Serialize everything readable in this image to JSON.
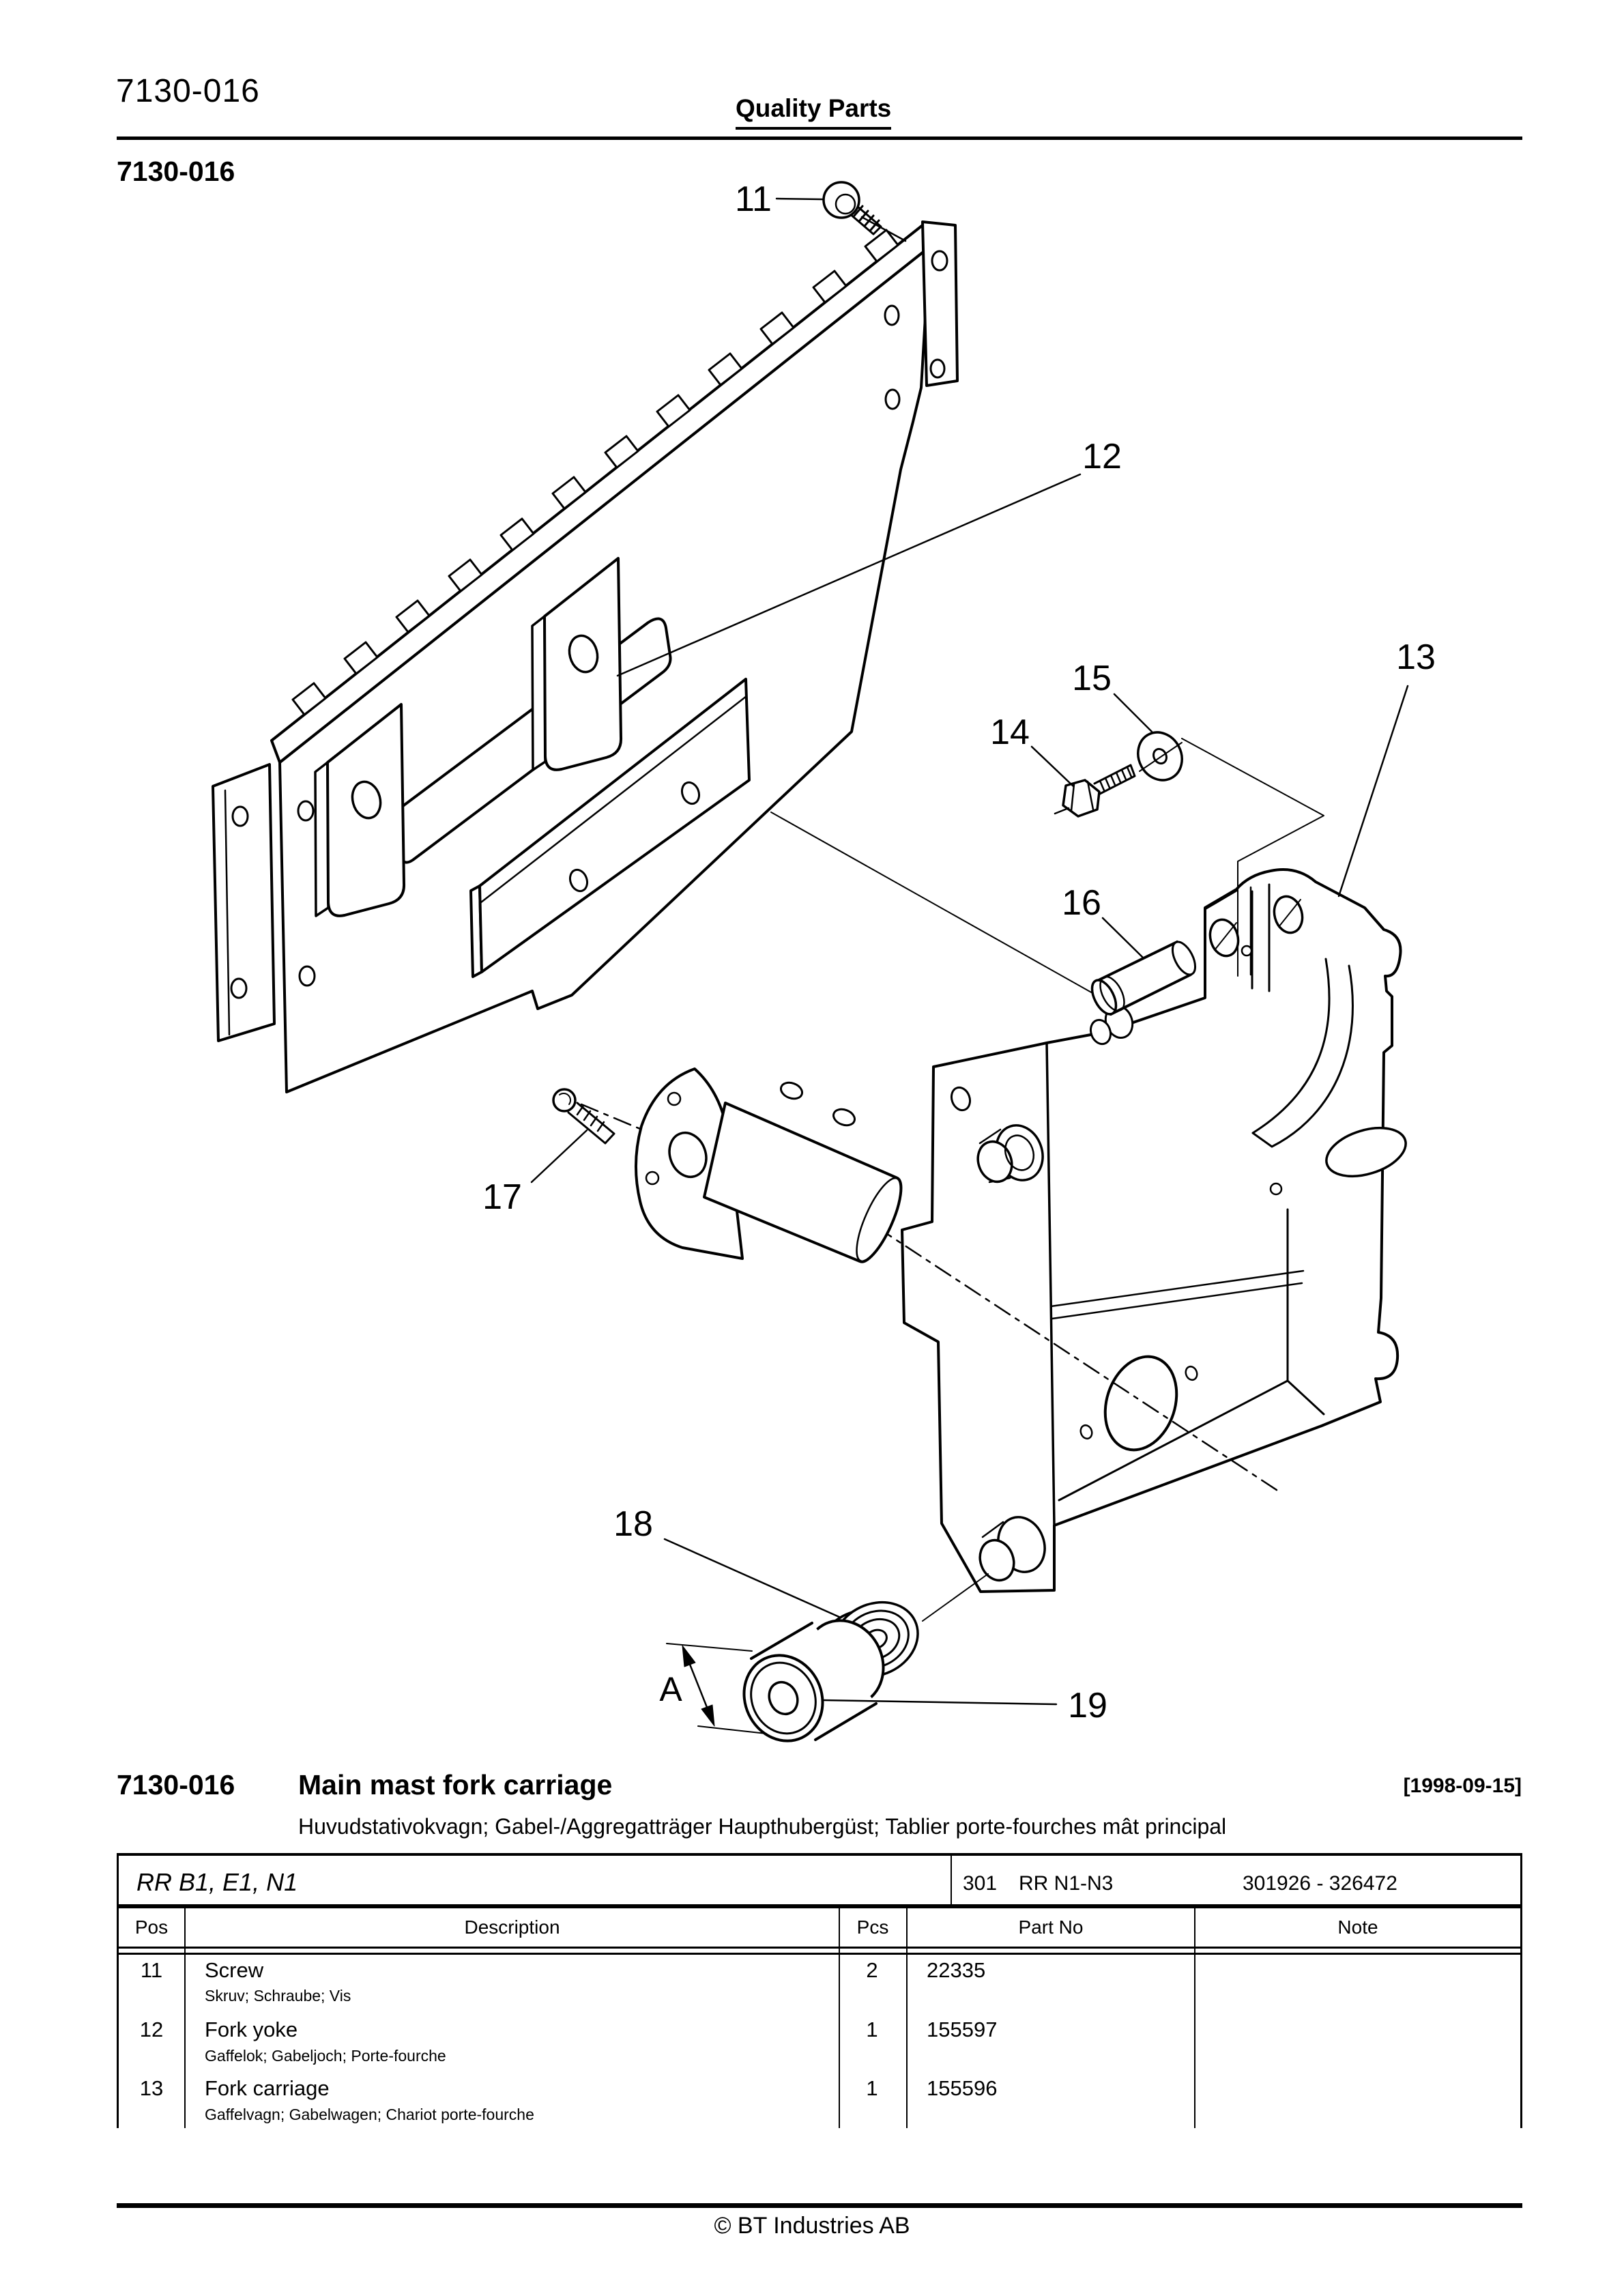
{
  "header": {
    "doc_number": "7130-016",
    "brand": "Quality Parts",
    "section_label": "7130-016"
  },
  "figure": {
    "callouts": {
      "c11": "11",
      "c12": "12",
      "c13": "13",
      "c14": "14",
      "c15": "15",
      "c16": "16",
      "c17": "17",
      "c18": "18",
      "c19": "19",
      "dim_a": "A"
    }
  },
  "title_block": {
    "section_number": "7130-016",
    "title": "Main mast fork carriage",
    "revision_date": "[1998-09-15]",
    "subtitle": "Huvudstativokvagn; Gabel-/Aggregatträger Haupthubergüst; Tablier porte-fourches mât principal"
  },
  "parts_table": {
    "variant": "RR B1, E1, N1",
    "code": "301",
    "models": "RR N1-N3",
    "serial_range": "301926 - 326472",
    "columns": [
      "Pos",
      "Description",
      "Pcs",
      "Part No",
      "Note"
    ],
    "rows": [
      {
        "pos": "11",
        "description": "Screw",
        "description_alt": "Skruv; Schraube; Vis",
        "pcs": "2",
        "part_no": "22335",
        "note": ""
      },
      {
        "pos": "12",
        "description": "Fork yoke",
        "description_alt": "Gaffelok; Gabeljoch; Porte-fourche",
        "pcs": "1",
        "part_no": "155597",
        "note": ""
      },
      {
        "pos": "13",
        "description": "Fork carriage",
        "description_alt": "Gaffelvagn; Gabelwagen; Chariot porte-fourche",
        "pcs": "1",
        "part_no": "155596",
        "note": ""
      }
    ]
  },
  "footer": {
    "copyright": "© BT Industries AB"
  }
}
